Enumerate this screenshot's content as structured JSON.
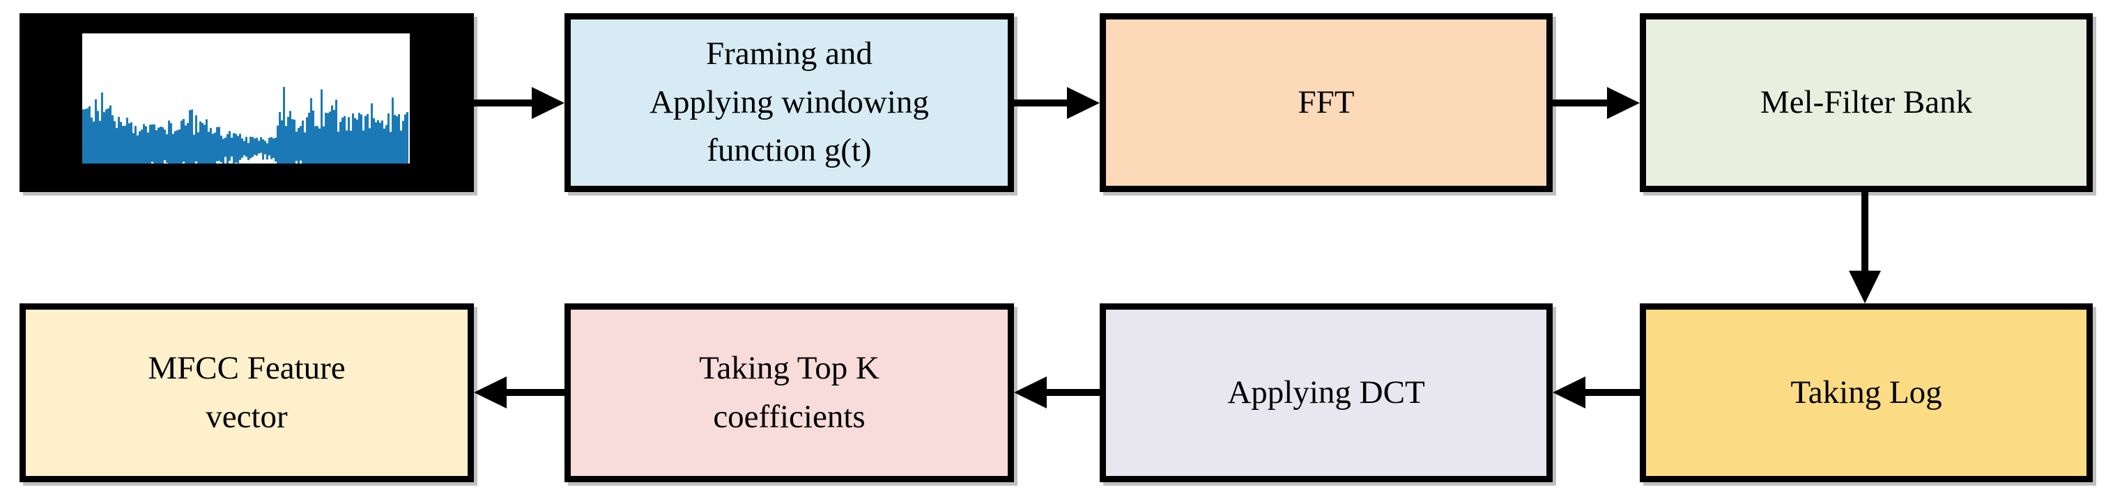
{
  "diagram": {
    "description": "MFCC feature extraction flowchart",
    "colors": {
      "border": "#000000",
      "arrow": "#000000",
      "waveform_blue": "#1b7ab5",
      "waveform_bg": "#ffffff",
      "audio_frame": "#000000"
    },
    "nodes": [
      {
        "id": "audio-signal",
        "label": "",
        "kind": "waveform-image",
        "fill": "#000000"
      },
      {
        "id": "framing-windowing",
        "label": "Framing and\nApplying windowing\nfunction g(t)",
        "fill": "#d6ebf4"
      },
      {
        "id": "fft",
        "label": "FFT",
        "fill": "#fcd9b8"
      },
      {
        "id": "mel-filter-bank",
        "label": "Mel-Filter Bank",
        "fill": "#e9efdf"
      },
      {
        "id": "taking-log",
        "label": "Taking Log",
        "fill": "#fbdc84"
      },
      {
        "id": "applying-dct",
        "label": "Applying DCT",
        "fill": "#e8e7ef"
      },
      {
        "id": "top-k-coefficients",
        "label": "Taking Top K\ncoefficients",
        "fill": "#f7dcd9"
      },
      {
        "id": "mfcc-feature-vector",
        "label": "MFCC Feature\nvector",
        "fill": "#fdf0cb"
      }
    ],
    "edges": [
      {
        "from": "audio-signal",
        "to": "framing-windowing",
        "direction": "right"
      },
      {
        "from": "framing-windowing",
        "to": "fft",
        "direction": "right"
      },
      {
        "from": "fft",
        "to": "mel-filter-bank",
        "direction": "right"
      },
      {
        "from": "mel-filter-bank",
        "to": "taking-log",
        "direction": "down"
      },
      {
        "from": "taking-log",
        "to": "applying-dct",
        "direction": "left"
      },
      {
        "from": "applying-dct",
        "to": "top-k-coefficients",
        "direction": "left"
      },
      {
        "from": "top-k-coefficients",
        "to": "mfcc-feature-vector",
        "direction": "left"
      }
    ]
  }
}
